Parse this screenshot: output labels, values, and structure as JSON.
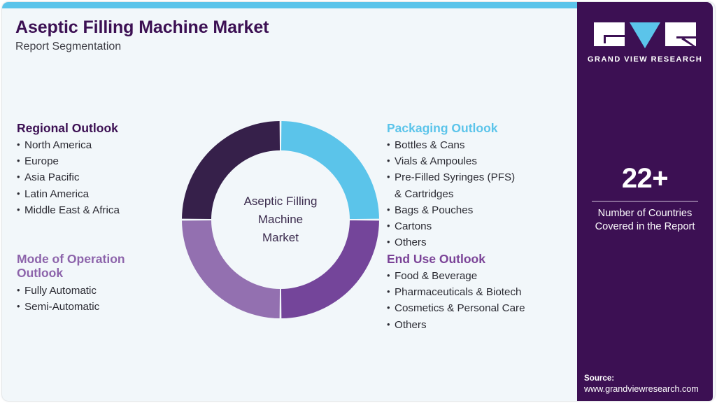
{
  "header": {
    "title": "Aseptic Filling Machine Market",
    "subtitle": "Report Segmentation"
  },
  "colors": {
    "accent_blue": "#5bc4ea",
    "dark_purple": "#3c1053",
    "mid_purple": "#7b4397",
    "light_purple": "#9370b0",
    "deep_plum": "#36204a",
    "canvas_bg": "#f2f7fa"
  },
  "segments": {
    "regional": {
      "title": "Regional Outlook",
      "items": [
        "North America",
        "Europe",
        "Asia Pacific",
        "Latin America",
        "Middle East & Africa"
      ]
    },
    "mode": {
      "title": "Mode of Operation Outlook",
      "items": [
        "Fully Automatic",
        "Semi-Automatic"
      ]
    },
    "packaging": {
      "title": "Packaging Outlook",
      "items": [
        "Bottles & Cans",
        "Vials & Ampoules",
        "Pre-Filled Syringes (PFS)\n& Cartridges",
        "Bags & Pouches",
        "Cartons",
        "Others"
      ]
    },
    "enduse": {
      "title": "End Use Outlook",
      "items": [
        "Food & Beverage",
        "Pharmaceuticals & Biotech",
        "Cosmetics & Personal Care",
        "Others"
      ]
    }
  },
  "chart_data": {
    "type": "pie",
    "title": "Aseptic Filling Machine Market",
    "center_label_lines": [
      "Aseptic Filling",
      "Machine",
      "Market"
    ],
    "categories": [
      "Packaging Outlook",
      "End Use Outlook",
      "Mode of Operation Outlook",
      "Regional Outlook"
    ],
    "values": [
      25,
      25,
      25,
      25
    ],
    "colors": [
      "#5bc4ea",
      "#74459a",
      "#9370b0",
      "#36204a"
    ],
    "donut": true,
    "inner_radius_ratio": 0.7,
    "legend": "none"
  },
  "panel": {
    "logo": {
      "mark": "gvr-logo-icon",
      "wordmark": "GRAND VIEW RESEARCH"
    },
    "stat": {
      "number": "22+",
      "label": "Number of Countries\nCovered in the Report"
    },
    "source": {
      "label": "Source:",
      "url": "www.grandviewresearch.com"
    }
  }
}
